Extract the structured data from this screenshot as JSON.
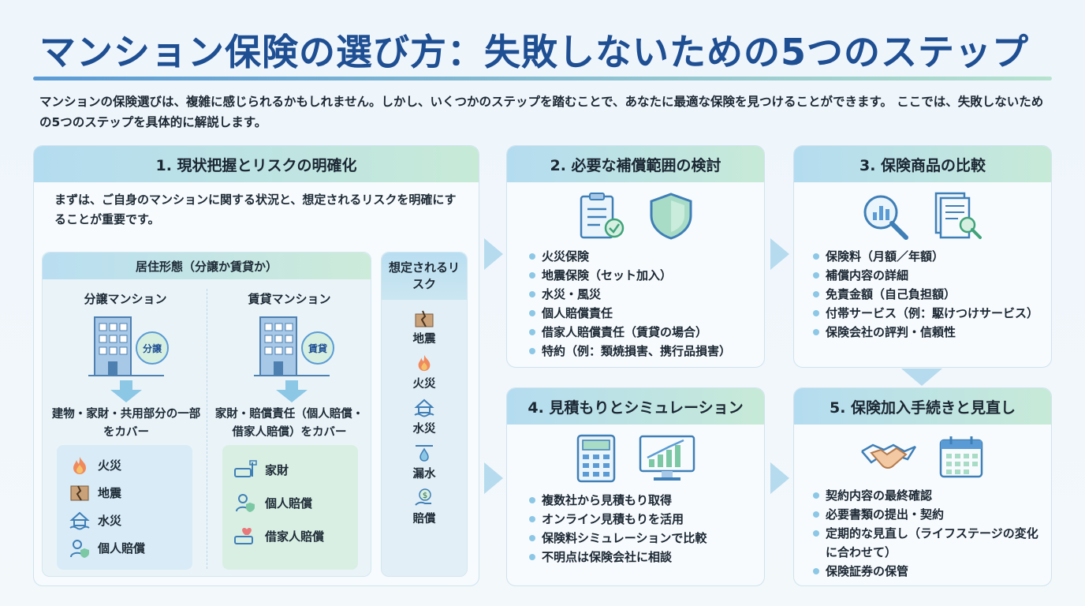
{
  "title": "マンション保険の選び方：失敗しないための5つのステップ",
  "intro": "マンションの保険選びは、複雑に感じられるかもしれません。しかし、いくつかのステップを踏むことで、あなたに最適な保険を見つけることができます。 ここでは、失敗しないための5つのステップを具体的に解説します。",
  "step1": {
    "title": "1. 現状把握とリスクの明確化",
    "desc": "まずは、ご自身のマンションに関する状況と、想定されるリスクを明確にすることが重要です。",
    "residence": {
      "title": "居住形態（分譲か賃貸か）",
      "owned": {
        "title": "分譲マンション",
        "badge": "分譲",
        "coverage": "建物・家財・共用部分の一部をカバー",
        "items": [
          "火災",
          "地震",
          "水災",
          "個人賠償"
        ]
      },
      "rental": {
        "title": "賃貸マンション",
        "badge": "賃貸",
        "coverage": "家財・賠償責任（個人賠償・借家人賠償）をカバー",
        "items": [
          "家財",
          "個人賠償",
          "借家人賠償"
        ]
      }
    },
    "risks": {
      "title": "想定されるリスク",
      "items": [
        "地震",
        "火災",
        "水災",
        "漏水",
        "賠償"
      ]
    }
  },
  "step2": {
    "title": "2. 必要な補償範囲の検討",
    "items": [
      "火災保険",
      "地震保険（セット加入）",
      "水災・風災",
      "個人賠償責任",
      "借家人賠償責任（賃貸の場合）",
      "特約（例：類焼損害、携行品損害）"
    ]
  },
  "step3": {
    "title": "3. 保険商品の比較",
    "items": [
      "保険料（月額／年額）",
      "補償内容の詳細",
      "免責金額（自己負担額）",
      "付帯サービス（例：駆けつけサービス）",
      "保険会社の評判・信頼性"
    ]
  },
  "step4": {
    "title": "4. 見積もりとシミュレーション",
    "items": [
      "複数社から見積もり取得",
      "オンライン見積もりを活用",
      "保険料シミュレーションで比較",
      "不明点は保険会社に相談"
    ]
  },
  "step5": {
    "title": "5. 保険加入手続きと見直し",
    "items": [
      "契約内容の最終確認",
      "必要書類の提出・契約",
      "定期的な見直し（ライフステージの変化に合わせて）",
      "保険証券の保管"
    ]
  },
  "colors": {
    "title": "#1f4f93",
    "accent_blue": "#5b9bd5",
    "accent_green": "#7cc7a4",
    "header_blue": "#b4dcf0",
    "header_green": "#c7ead7"
  }
}
